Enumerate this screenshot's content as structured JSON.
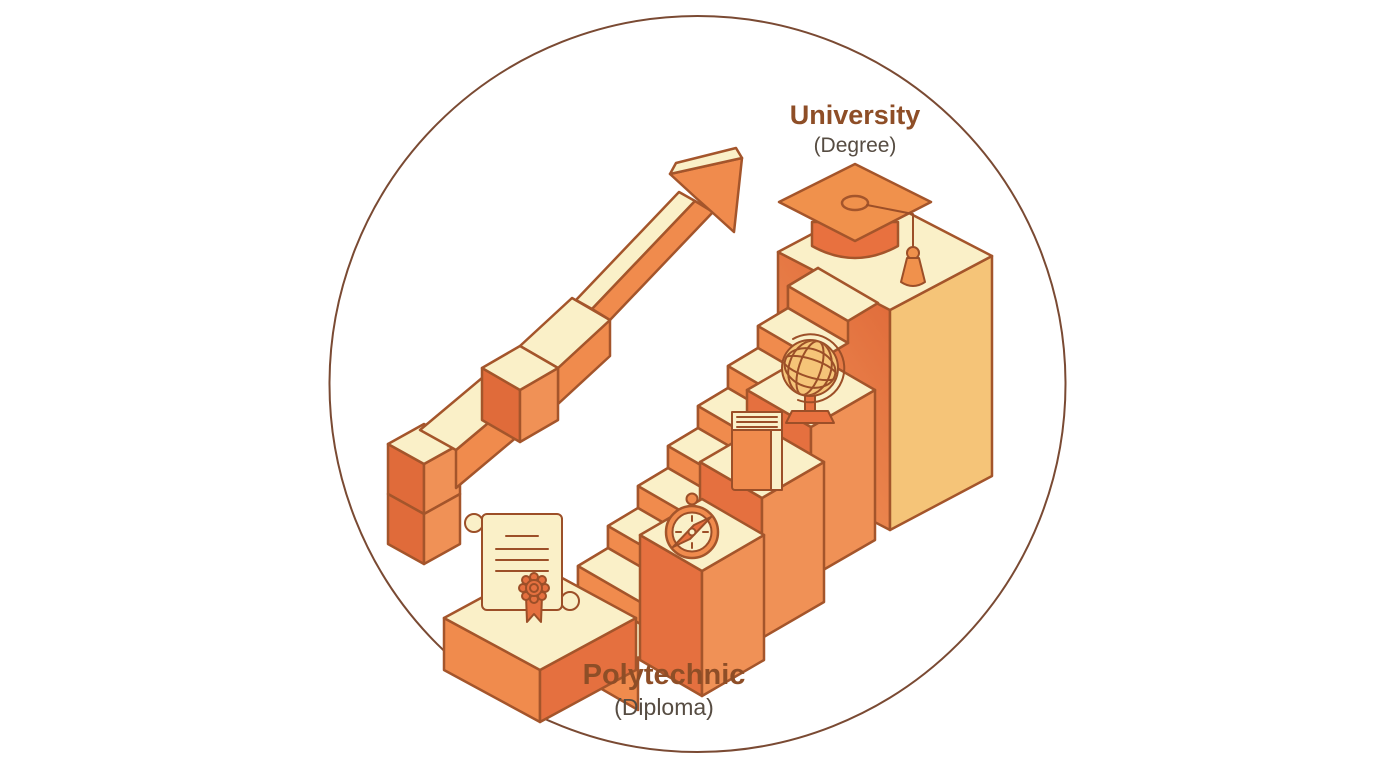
{
  "figure": {
    "title": "Polytechnic to University pathway illustration",
    "university": {
      "title": "University",
      "subtitle": "(Degree)"
    },
    "polytechnic": {
      "title": "Polytechnic",
      "subtitle": "(Diploma)"
    }
  },
  "icons": {
    "frame": "circle-frame",
    "arrow": "growth-arrow-icon",
    "scroll": "diploma-scroll-icon",
    "compass": "compass-icon",
    "book": "book-icon",
    "globe": "globe-icon",
    "cap": "graduation-cap-icon",
    "stairs": "staircase"
  },
  "colors": {
    "outline": "#A4552B",
    "detail_stroke": "#9C4F28",
    "frame_stroke": "#7A4A33",
    "cream": "#FAF0C8",
    "orange": "#F08B4D",
    "orange_dark": "#E5703F",
    "orange_deep": "#E06B3A",
    "face_light": "#F09156",
    "tan": "#F5C478",
    "wall": "#E87C42",
    "cap_orange": "#F0914C",
    "cap_dark": "#E8713F",
    "title_text": "#8E4E27",
    "subtitle_text": "#564C42"
  }
}
